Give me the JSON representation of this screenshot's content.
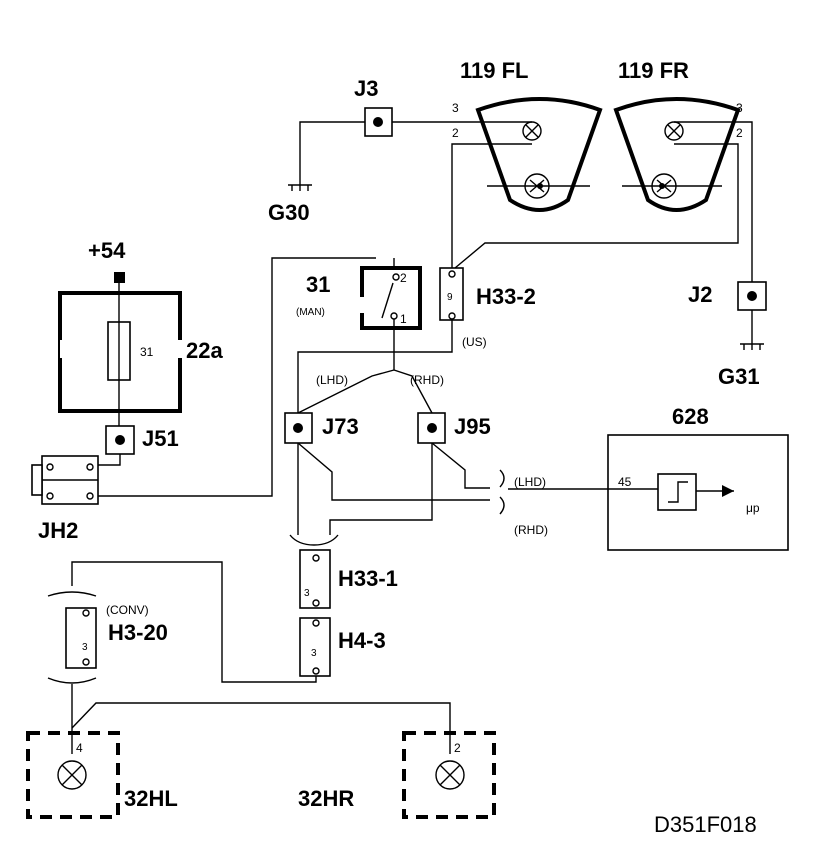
{
  "labels": {
    "j3": "J3",
    "fl_title": "119 FL",
    "fr_title": "119 FR",
    "fl_pin3": "3",
    "fl_pin2": "2",
    "fr_pin3": "3",
    "fr_pin2": "2",
    "g30": "G30",
    "plus54": "+54",
    "relay_31": "31",
    "relay_man": "(MAN)",
    "relay_pin2": "2",
    "relay_pin1": "1",
    "h33_2": "H33-2",
    "h33_2_pin": "9",
    "us": "(US)",
    "j2": "J2",
    "g31": "G31",
    "fuse_31": "31",
    "box_22a": "22a",
    "lhd_top": "(LHD)",
    "rhd_top": "(RHD)",
    "j73": "J73",
    "j95": "J95",
    "module_628": "628",
    "j51": "J51",
    "jh2": "JH2",
    "lhd_mid": "(LHD)",
    "rhd_mid": "(RHD)",
    "pin45": "45",
    "mu_p": "μp",
    "h33_1": "H33-1",
    "h33_1_pin": "3",
    "conv": "(CONV)",
    "h3_20": "H3-20",
    "h3_20_pin": "3",
    "h4_3": "H4-3",
    "h4_3_pin": "3",
    "hl_pin": "4",
    "hr_pin": "2",
    "hl_32": "32HL",
    "hr_32": "32HR",
    "drawing_id": "D351F018"
  }
}
